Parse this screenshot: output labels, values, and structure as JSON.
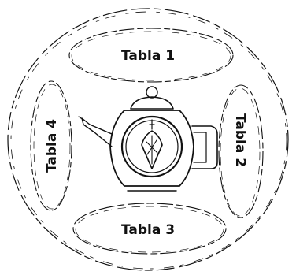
{
  "tables": [
    {
      "id": "tabla-1",
      "label": "Tabla 1"
    },
    {
      "id": "tabla-2",
      "label": "Tabla 2"
    },
    {
      "id": "tabla-3",
      "label": "Tabla 3"
    },
    {
      "id": "tabla-4",
      "label": "Tabla 4"
    }
  ],
  "center_icon": "teapot-with-pendulum-icon",
  "colors": {
    "ink": "#111111",
    "background": "#ffffff"
  }
}
